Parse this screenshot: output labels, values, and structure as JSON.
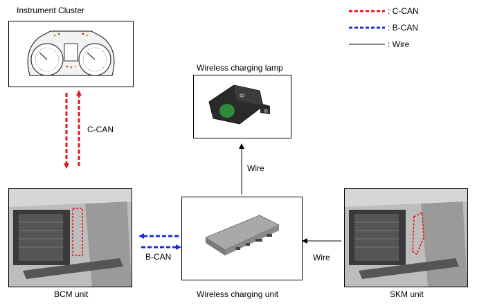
{
  "legend": {
    "items": [
      {
        "label": ": C-CAN",
        "color": "#e8141c",
        "style": "dashed"
      },
      {
        "label": ": B-CAN",
        "color": "#1a2fd6",
        "style": "dashed"
      },
      {
        "label": ": Wire",
        "color": "#000000",
        "style": "solid"
      }
    ]
  },
  "components": {
    "cluster": {
      "label": "Instrument Cluster"
    },
    "lamp": {
      "label": "Wireless charging lamp"
    },
    "bcm": {
      "label": "BCM unit"
    },
    "wcu": {
      "label": "Wireless charging unit"
    },
    "skm": {
      "label": "SKM unit"
    }
  },
  "connections": {
    "c_can": "C-CAN",
    "b_can": "B-CAN",
    "wire_lamp": "Wire",
    "wire_skm": "Wire"
  },
  "colors": {
    "c_can": "#e8141c",
    "b_can": "#1a2fd6",
    "wire": "#000000"
  }
}
